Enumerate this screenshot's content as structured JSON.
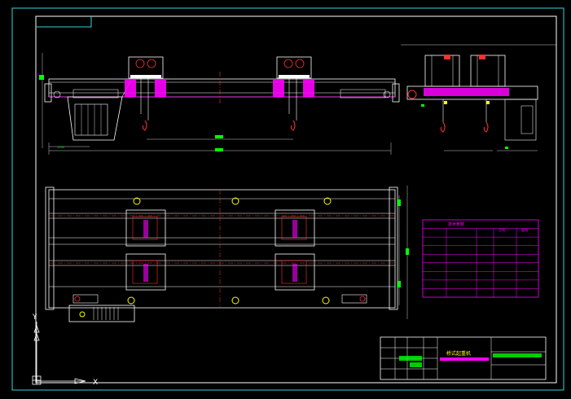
{
  "drawing": {
    "title_block_label": "桥式起重机",
    "colors": {
      "background": "#000000",
      "border": "#2fd8d8",
      "line": "#ffffff",
      "magenta": "#ff00ff",
      "green": "#00ff00",
      "red": "#ff3030",
      "yellow": "#ffff00"
    },
    "ucs": {
      "x_label": "X",
      "y_label": "Y"
    }
  },
  "parameter_table": {
    "header": "技术参数",
    "col_headers": [
      "",
      "",
      "主钩",
      "副钩"
    ],
    "rows": [
      [
        "",
        "",
        "",
        ""
      ],
      [
        "",
        "",
        "",
        ""
      ],
      [
        "",
        "",
        "",
        ""
      ],
      [
        "",
        "",
        "",
        ""
      ],
      [
        "",
        "",
        "",
        ""
      ],
      [
        "",
        "",
        "",
        ""
      ],
      [
        "",
        "",
        "",
        ""
      ]
    ]
  },
  "dimensions": {
    "left_offset": "1500",
    "trolley_span": "",
    "total_span": ""
  }
}
